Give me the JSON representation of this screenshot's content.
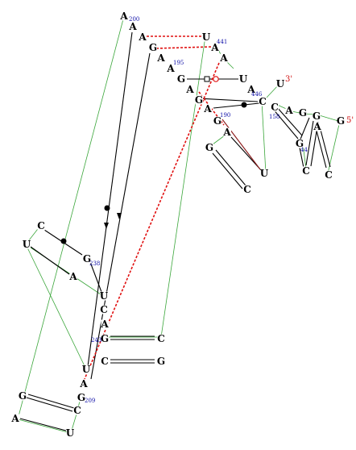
{
  "colors": {
    "backbone": "#3aa63a",
    "pair": "#000000",
    "noncanonical": "#e01010",
    "number": "#1010a8",
    "end_label": "#d01010"
  },
  "nucleotides": [
    {
      "id": "A200",
      "letter": "A"
    },
    {
      "id": "A199",
      "letter": "A"
    },
    {
      "id": "A198",
      "letter": "A"
    },
    {
      "id": "G197",
      "letter": "G"
    },
    {
      "id": "A196",
      "letter": "A"
    },
    {
      "id": "A195",
      "letter": "A"
    },
    {
      "id": "G194",
      "letter": "G"
    },
    {
      "id": "A193",
      "letter": "A"
    },
    {
      "id": "G192",
      "letter": "G"
    },
    {
      "id": "A191",
      "letter": "A"
    },
    {
      "id": "G190",
      "letter": "G"
    },
    {
      "id": "A189",
      "letter": "A"
    },
    {
      "id": "G188",
      "letter": "G"
    },
    {
      "id": "C187",
      "letter": "C"
    },
    {
      "id": "U186",
      "letter": "U"
    },
    {
      "id": "U441",
      "letter": "U"
    },
    {
      "id": "A442",
      "letter": "A"
    },
    {
      "id": "A443",
      "letter": "A"
    },
    {
      "id": "U444",
      "letter": "U"
    },
    {
      "id": "A445",
      "letter": "A"
    },
    {
      "id": "C446",
      "letter": "C"
    },
    {
      "id": "U3p",
      "letter": "U"
    },
    {
      "id": "A447",
      "letter": "A"
    },
    {
      "id": "G448",
      "letter": "G"
    },
    {
      "id": "G449",
      "letter": "G"
    },
    {
      "id": "G5p",
      "letter": "G"
    },
    {
      "id": "A40",
      "letter": "A"
    },
    {
      "id": "C158",
      "letter": "C"
    },
    {
      "id": "G44",
      "letter": "G"
    },
    {
      "id": "C42",
      "letter": "C"
    },
    {
      "id": "C41",
      "letter": "C"
    },
    {
      "id": "C_a",
      "letter": "C"
    },
    {
      "id": "U_a",
      "letter": "U"
    },
    {
      "id": "G238",
      "letter": "G"
    },
    {
      "id": "A_a",
      "letter": "A"
    },
    {
      "id": "U_b",
      "letter": "U"
    },
    {
      "id": "C_b",
      "letter": "C"
    },
    {
      "id": "A_b",
      "letter": "A"
    },
    {
      "id": "G243",
      "letter": "G"
    },
    {
      "id": "C_c",
      "letter": "C"
    },
    {
      "id": "C_d",
      "letter": "C"
    },
    {
      "id": "G_d",
      "letter": "G"
    },
    {
      "id": "U_c",
      "letter": "U"
    },
    {
      "id": "A_c",
      "letter": "A"
    },
    {
      "id": "G_e",
      "letter": "G"
    },
    {
      "id": "G209",
      "letter": "G"
    },
    {
      "id": "C_e",
      "letter": "C"
    },
    {
      "id": "A_d",
      "letter": "A"
    },
    {
      "id": "U_d",
      "letter": "U"
    }
  ],
  "numbers": {
    "n200": "200",
    "n441": "441",
    "n195": "195",
    "n446": "446",
    "n190": "190",
    "n158": "158",
    "n44": "44",
    "n238": "238",
    "n243": "243",
    "n209": "209"
  },
  "ends": {
    "three_prime": "3'",
    "five_prime": "5'"
  }
}
